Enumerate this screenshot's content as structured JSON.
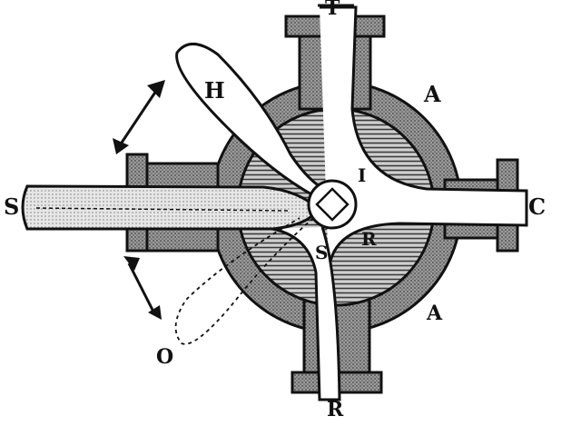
{
  "labels": {
    "top": "T",
    "handle": "H",
    "upper_right": "A",
    "left": "S",
    "right": "C",
    "inner_upper": "I",
    "inner_right": "R",
    "inner_lower": "S",
    "lower_right": "A",
    "alt_handle": "O",
    "bottom": "R"
  },
  "colors": {
    "ink": "#111111",
    "casing": "#8a8a8a",
    "plug": "#b8b8b8",
    "bore": "#ffffff"
  }
}
